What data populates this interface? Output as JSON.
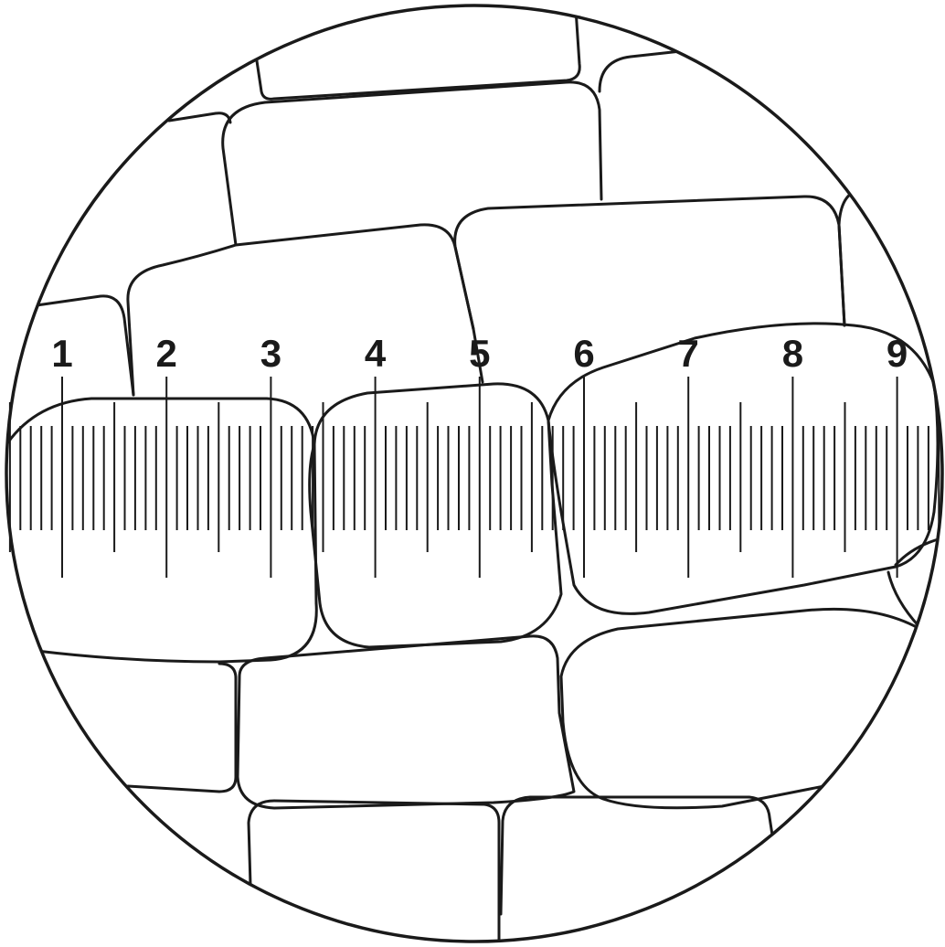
{
  "scale": {
    "labels": [
      "1",
      "2",
      "3",
      "4",
      "5",
      "6",
      "7",
      "8",
      "9"
    ],
    "minor_divisions_per_unit": 10
  },
  "colors": {
    "ink": "#1a1a1a",
    "background": "#ffffff"
  }
}
